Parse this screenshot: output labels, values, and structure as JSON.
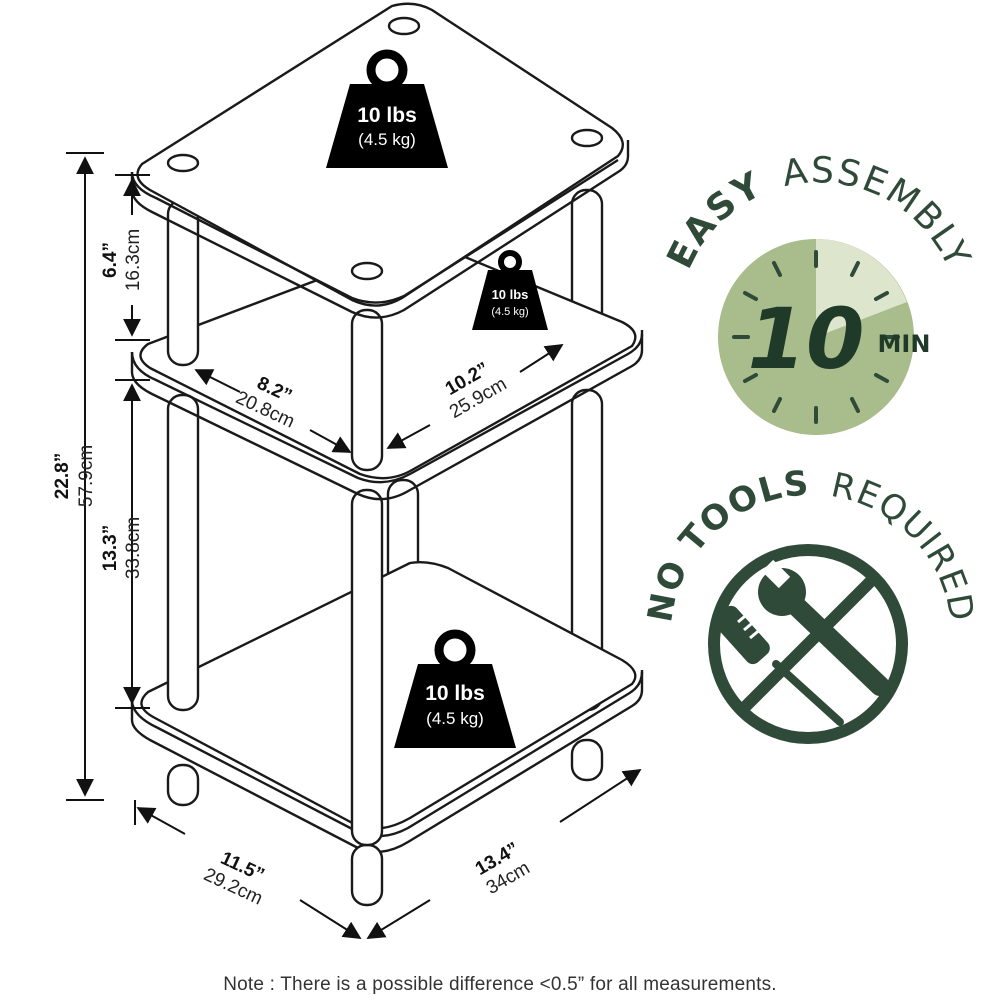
{
  "dimensions": {
    "total_height": {
      "in": "22.8”",
      "cm": "57.9cm"
    },
    "top_gap": {
      "in": "6.4”",
      "cm": "16.3cm"
    },
    "bottom_gap": {
      "in": "13.3”",
      "cm": "33.8cm"
    },
    "shelf_depth": {
      "in": "8.2”",
      "cm": "20.8cm"
    },
    "shelf_width": {
      "in": "10.2”",
      "cm": "25.9cm"
    },
    "base_depth": {
      "in": "11.5”",
      "cm": "29.2cm"
    },
    "base_width": {
      "in": "13.4”",
      "cm": "34cm"
    }
  },
  "weights": {
    "top": {
      "lbs": "10 lbs",
      "kg": "(4.5 kg)"
    },
    "middle": {
      "lbs": "10 lbs",
      "kg": "(4.5 kg)"
    },
    "bottom": {
      "lbs": "10 lbs",
      "kg": "(4.5 kg)"
    }
  },
  "badges": {
    "assembly": {
      "bold": "EASY",
      "light": "ASSEMBLY",
      "number": "10",
      "unit": "MIN"
    },
    "tools": {
      "bold": "NO TOOLS",
      "light": "REQUIRED"
    }
  },
  "note": "Note : There is a possible difference <0.5” for all measurements.",
  "colors": {
    "badge_green": "#2f4a38",
    "badge_light": "#a9bc8c",
    "badge_pale": "#dde6cd",
    "weight_black": "#000000"
  }
}
